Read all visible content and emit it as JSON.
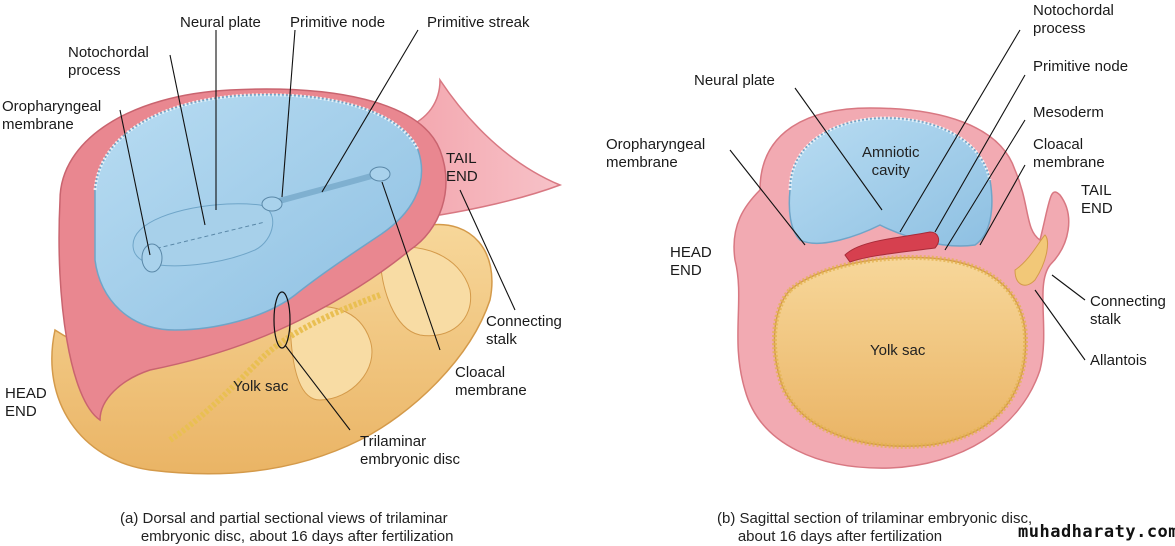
{
  "panel_a": {
    "labels": {
      "neural_plate": "Neural plate",
      "primitive_node": "Primitive node",
      "primitive_streak": "Primitive streak",
      "notochordal_process": "Notochordal\nprocess",
      "oropharyngeal_membrane": "Oropharyngeal\nmembrane",
      "tail_end": "TAIL\nEND",
      "connecting_stalk": "Connecting\nstalk",
      "cloacal_membrane": "Cloacal\nmembrane",
      "yolk_sac": "Yolk sac",
      "trilaminar_disc": "Trilaminar\nembryonic disc",
      "head_end": "HEAD\nEND"
    },
    "caption": "(a) Dorsal and partial sectional views of trilaminar\n     embryonic disc, about 16 days after fertilization"
  },
  "panel_b": {
    "labels": {
      "notochordal_process": "Notochordal\nprocess",
      "primitive_node": "Primitive node",
      "neural_plate": "Neural plate",
      "mesoderm": "Mesoderm",
      "oropharyngeal_membrane": "Oropharyngeal\nmembrane",
      "cloacal_membrane": "Cloacal\nmembrane",
      "amniotic_cavity": "Amniotic\ncavity",
      "tail_end": "TAIL\nEND",
      "head_end": "HEAD\nEND",
      "connecting_stalk": "Connecting\nstalk",
      "yolk_sac": "Yolk sac",
      "allantois": "Allantois"
    },
    "caption": "(b) Sagittal section of trilaminar embryonic disc,\n     about 16 days after fertilization"
  },
  "watermark": "muhadharaty.com",
  "colors": {
    "ectoderm_blue": "#9fcbe6",
    "mesoderm_pink": "#e8808a",
    "endoderm_yellow": "#f2c878",
    "background": "#ffffff"
  }
}
